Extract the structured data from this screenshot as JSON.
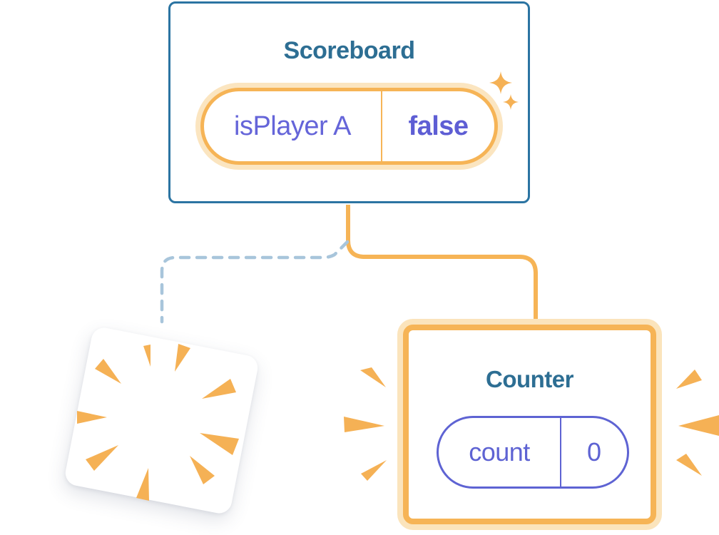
{
  "diagram": {
    "kind": "react-state-tree-illustration",
    "scoreboard": {
      "title": "Scoreboard",
      "state": {
        "label": "isPlayer A",
        "value": "false"
      }
    },
    "counter": {
      "title": "Counter",
      "state": {
        "label": "count",
        "value": "0"
      }
    },
    "destroyed_component": {
      "note": "blank tilted card with poof burst"
    }
  },
  "icons": {
    "sparkle_large": "four-point-sparkle",
    "sparkle_small": "four-point-sparkle",
    "poof_burst": "radiating-rays",
    "emphasis_burst_left": "three-rays",
    "emphasis_burst_right": "three-rays"
  },
  "colors": {
    "accent_orange": "#F6B456",
    "halo_orange": "#FBE5C0",
    "burst_orange": "#F5B155",
    "card_border_blue": "#2B74A2",
    "title_teal": "#2D6E93",
    "state_purple": "#5E63D3",
    "dashed_line_blue": "#A8C5DB",
    "background": "#FFFFFF"
  }
}
